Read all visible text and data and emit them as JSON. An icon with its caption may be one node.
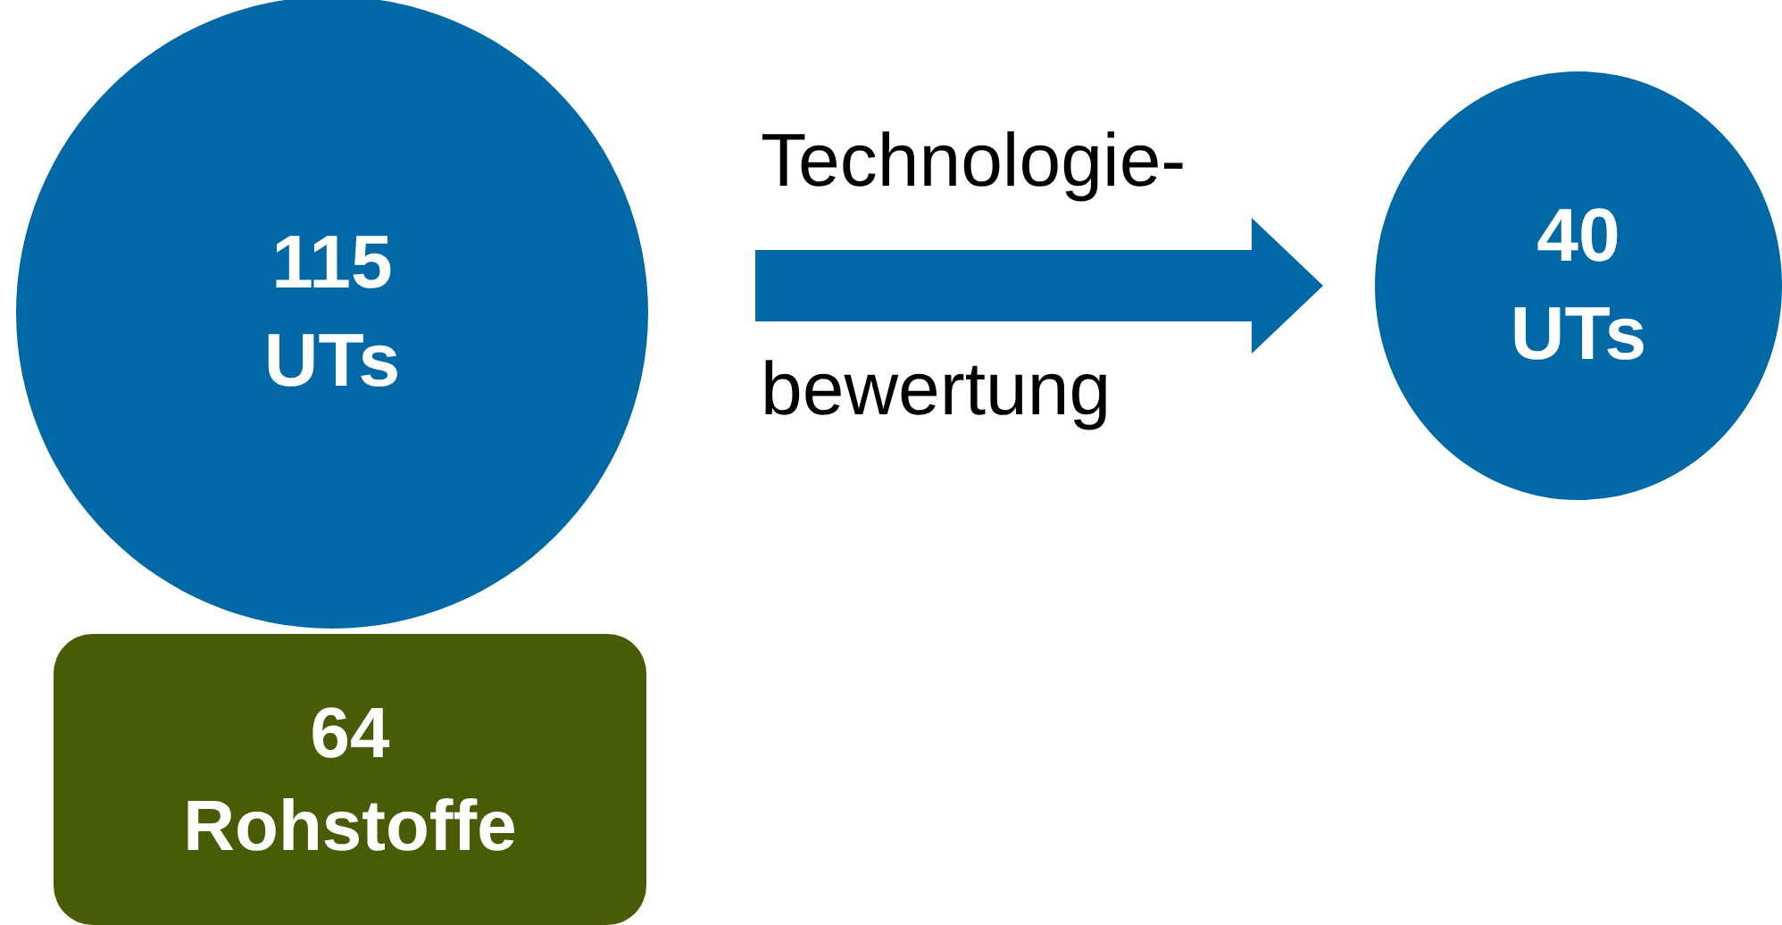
{
  "diagram": {
    "nodes": [
      {
        "text": [
          "115 UTs"
        ]
      },
      {
        "text": [
          "40 UTs"
        ]
      },
      {
        "text": [
          "64 Rohstoffe"
        ]
      }
    ],
    "edges": [
      {
        "from": 0,
        "to": 1,
        "arrow": "to",
        "label": "Technologie- bewertung"
      }
    ]
  }
}
